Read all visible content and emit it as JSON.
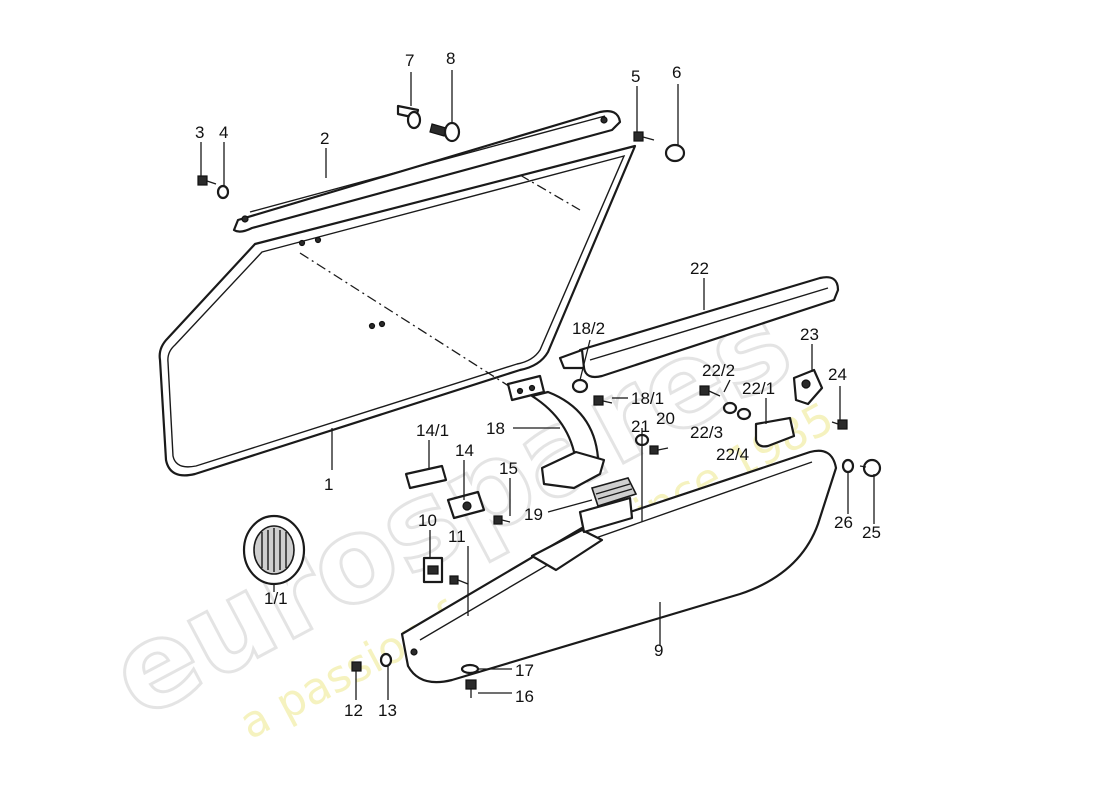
{
  "watermark": {
    "brand": "eurospares",
    "tagline": "a passion for parts since 1985",
    "tagline_color": "#f3f0b0"
  },
  "labels": {
    "p1": "1",
    "p1_1": "1/1",
    "p2": "2",
    "p3": "3",
    "p4": "4",
    "p5": "5",
    "p6": "6",
    "p7": "7",
    "p8": "8",
    "p9": "9",
    "p10": "10",
    "p11": "11",
    "p12": "12",
    "p13": "13",
    "p14": "14",
    "p14_1": "14/1",
    "p15": "15",
    "p16": "16",
    "p17": "17",
    "p18": "18",
    "p18_1": "18/1",
    "p18_2": "18/2",
    "p19": "19",
    "p20": "20",
    "p21": "21",
    "p22": "22",
    "p22_1": "22/1",
    "p22_2": "22/2",
    "p22_3": "22/3",
    "p22_4": "22/4",
    "p23": "23",
    "p24": "24",
    "p25": "25",
    "p26": "26"
  }
}
